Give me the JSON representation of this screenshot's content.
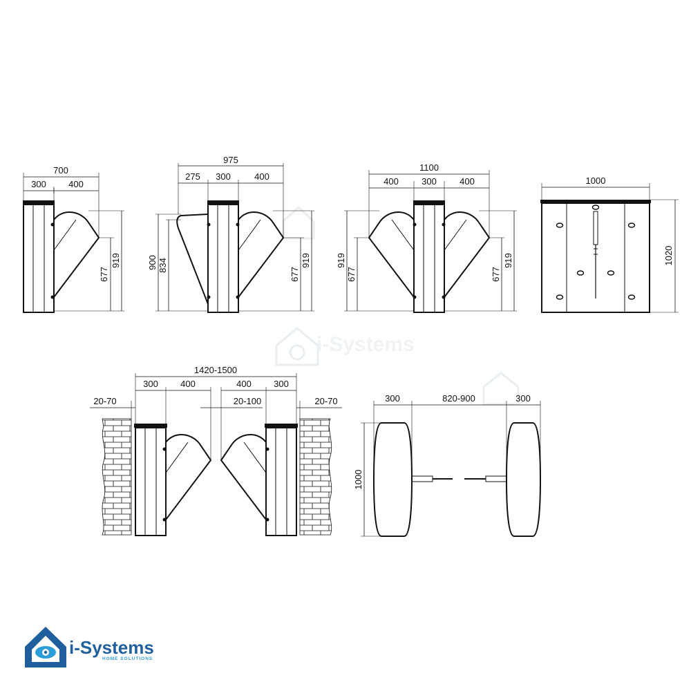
{
  "brand": {
    "name": "i-Systems",
    "tagline": "HOME SOLUTIONS",
    "color_primary": "#1f5f9e",
    "color_accent": "#2b9ed9",
    "color_text": "#1a3552"
  },
  "views": {
    "single_side": {
      "overall_width": "700",
      "post_width": "300",
      "wing_width": "400",
      "wing_height": "677",
      "total_height": "919"
    },
    "double_wing": {
      "overall_width": "975",
      "left_wing": "275",
      "post_width": "300",
      "right_wing": "400",
      "left_height_outer": "900",
      "left_height_inner": "834",
      "right_height_inner": "677",
      "right_height_outer": "919"
    },
    "double_side": {
      "overall_width": "1100",
      "left_wing": "400",
      "post_width": "300",
      "right_wing": "400",
      "left_height_outer": "919",
      "left_height_inner": "677",
      "right_height_inner": "677",
      "right_height_outer": "919"
    },
    "front_panel": {
      "width": "1000",
      "height": "1020"
    },
    "installation": {
      "overall_width": "1420-1500",
      "left_post": "300",
      "left_wing": "400",
      "right_wing": "400",
      "right_post": "300",
      "wall_gap_left": "20-70",
      "center_gap": "20-100",
      "wall_gap_right": "20-70"
    },
    "top_plan": {
      "left_post_depth": "300",
      "passage": "820-900",
      "right_post_depth": "300",
      "length": "1000"
    }
  }
}
